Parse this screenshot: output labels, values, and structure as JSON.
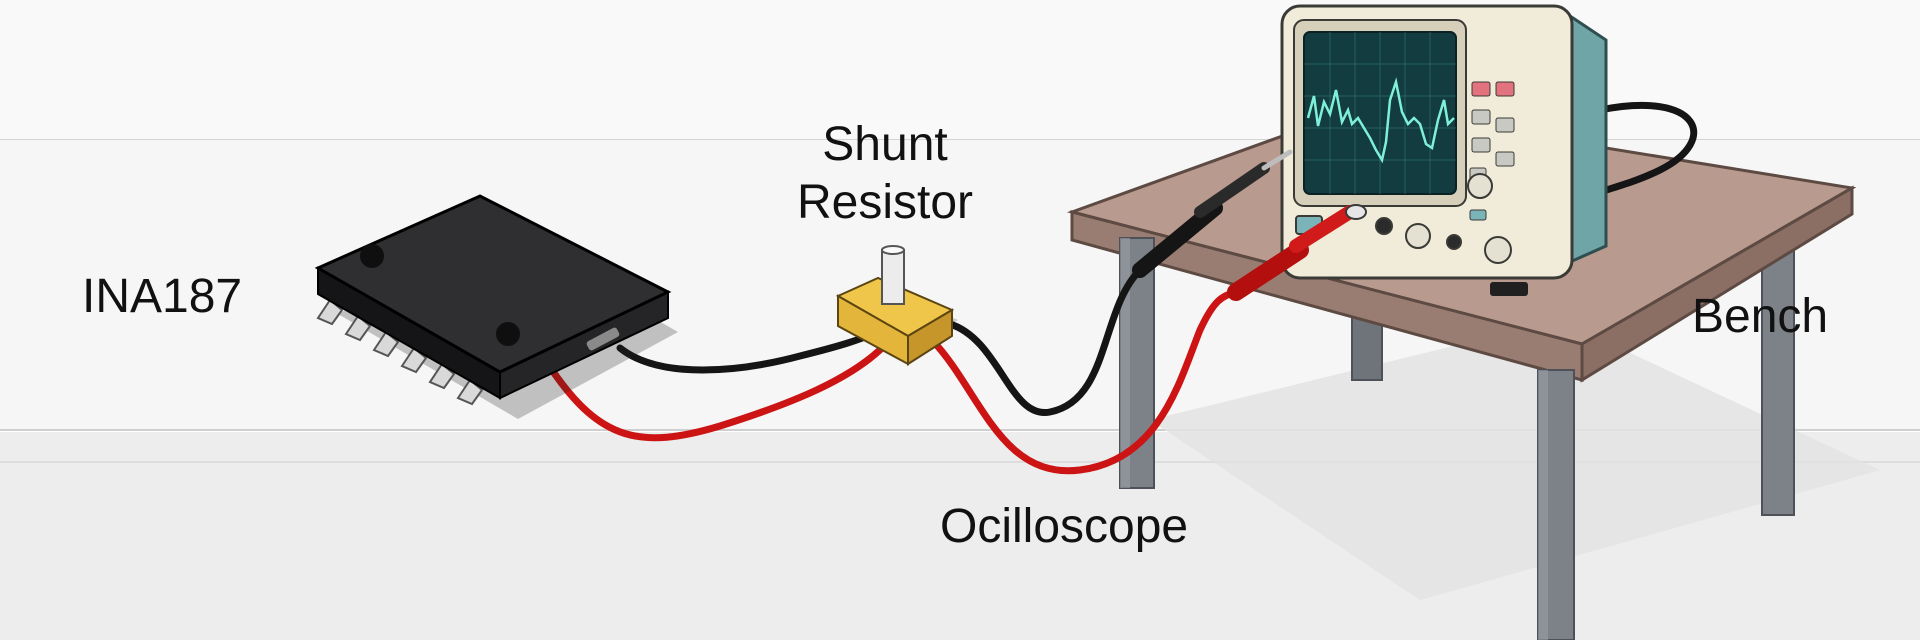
{
  "labels": {
    "ina": "INA187",
    "shunt_line1": "Shunt",
    "shunt_line2": "Resistor",
    "oscilloscope": "Ocilloscope",
    "bench": "Bench"
  },
  "colors": {
    "background": "#ffffff",
    "floor": "#ededed",
    "wall": "#f6f6f6",
    "chip_body": "#2f2f31",
    "chip_pins": "#d9d9d9",
    "resistor_body": "#e3b53a",
    "wire_red": "#cc1414",
    "wire_black": "#151515",
    "scope_case": "#f1ecd9",
    "scope_side": "#6fa5a6",
    "scope_screen": "#123c3f",
    "scope_trace": "#7ff0d8",
    "bench_top": "#b89a8e",
    "bench_legs": "#7d8188",
    "text": "#111111"
  }
}
